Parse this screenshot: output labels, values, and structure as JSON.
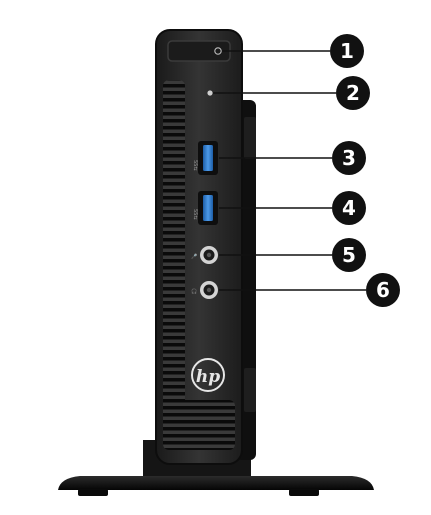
{
  "figure": {
    "brand_logo_text": "hp",
    "callouts": [
      {
        "number": "1",
        "component": "power-button"
      },
      {
        "number": "2",
        "component": "drive-activity-light"
      },
      {
        "number": "3",
        "component": "usb-3-port"
      },
      {
        "number": "4",
        "component": "usb-3-port"
      },
      {
        "number": "5",
        "component": "microphone-headset-jack"
      },
      {
        "number": "6",
        "component": "headphone-jack"
      }
    ],
    "colors": {
      "chassis": "#2a2a2a",
      "chassis_edge": "#121212",
      "usb_port_blue": "#2f7fd6",
      "callout_badge": "#111111",
      "stand": "#0e0e0e"
    }
  }
}
